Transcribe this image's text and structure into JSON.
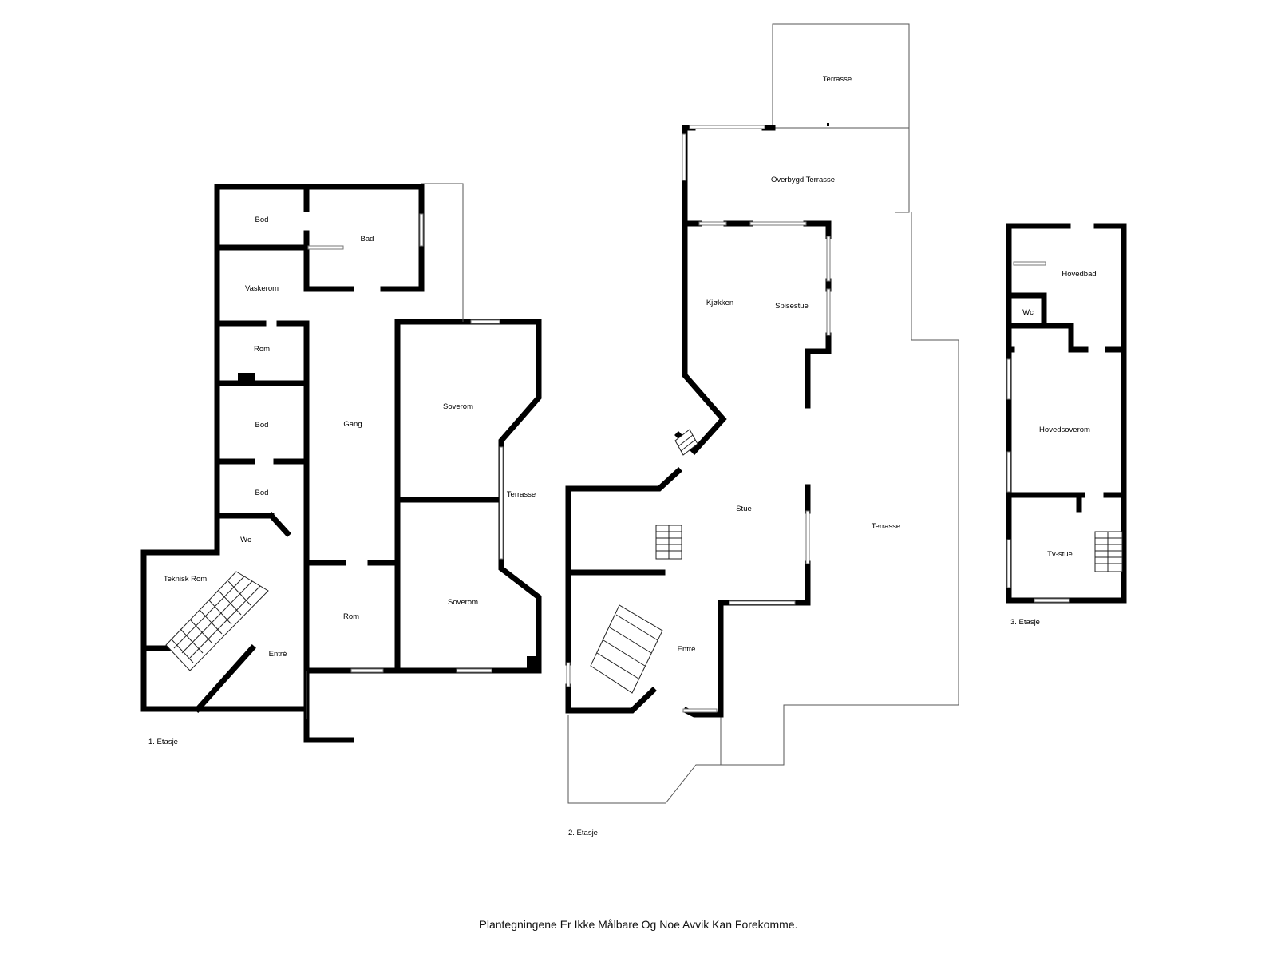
{
  "floors": [
    {
      "label": "1. Etasje",
      "rooms": [
        "Bod",
        "Bad",
        "Vaskerom",
        "Rom",
        "Bod",
        "Gang",
        "Soverom",
        "Bod",
        "Terrasse",
        "Wc",
        "Teknisk Rom",
        "Soverom",
        "Rom",
        "Entré"
      ]
    },
    {
      "label": "2. Etasje",
      "rooms": [
        "Terrasse",
        "Overbygd Terrasse",
        "Kjøkken",
        "Spisestue",
        "Stue",
        "Terrasse",
        "Entré"
      ]
    },
    {
      "label": "3. Etasje",
      "rooms": [
        "Hovedbad",
        "Wc",
        "Hovedsoverom",
        "Tv-stue"
      ]
    }
  ],
  "disclaimer": "Plantegningene Er Ikke Målbare Og Noe Avvik Kan Forekomme."
}
